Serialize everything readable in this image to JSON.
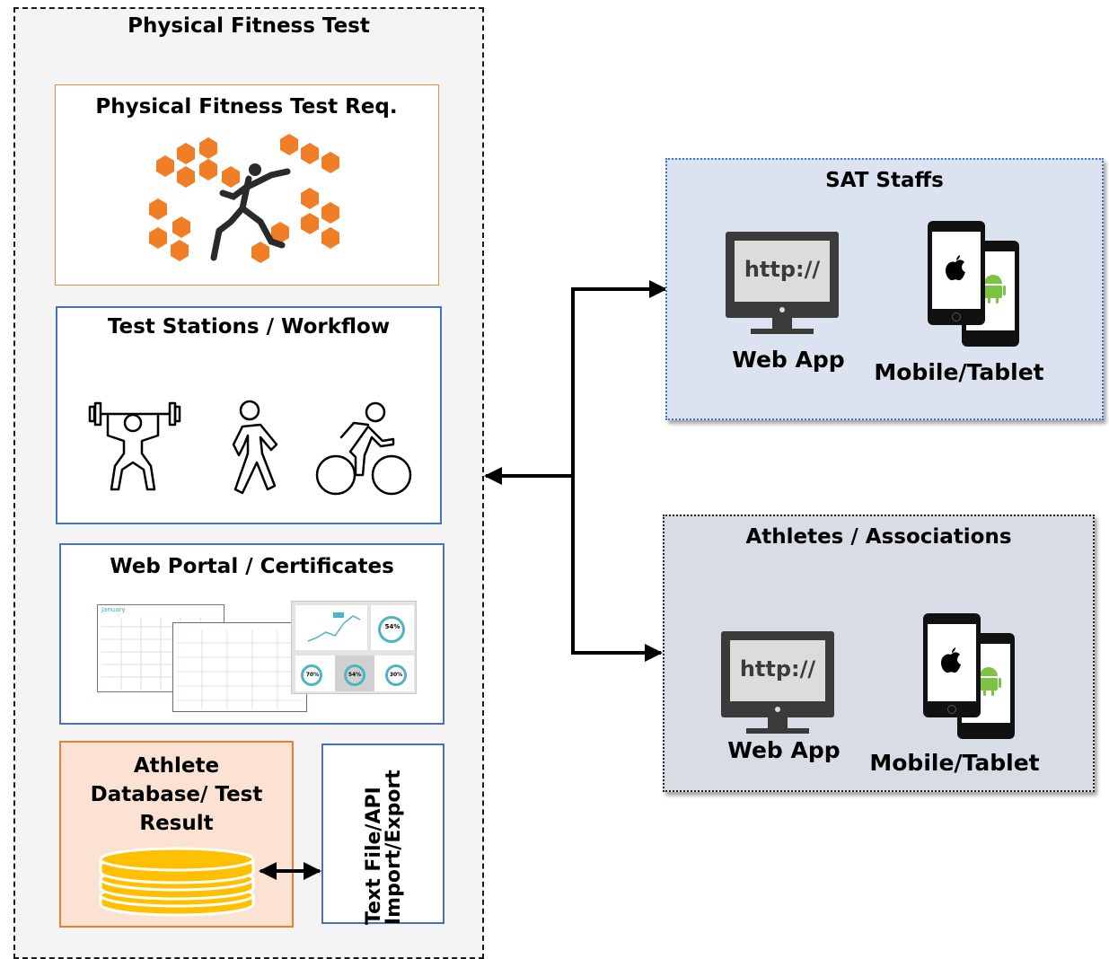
{
  "main_panel": {
    "title": "Physical Fitness Test",
    "req_card": {
      "title": "Physical Fitness Test Req."
    },
    "stations_card": {
      "title": "Test Stations / Workflow"
    },
    "portal_card": {
      "title": "Web Portal / Certificates",
      "thumbnail": {
        "month": "January",
        "stats": [
          "54%",
          "70%",
          "54%",
          "30%"
        ]
      }
    },
    "db_card": {
      "title_lines": [
        "Athlete",
        "Database/ Test",
        "Result"
      ]
    },
    "io_card": {
      "lines": [
        "Text File/API",
        "Import/Export"
      ]
    }
  },
  "groups": [
    {
      "title": "SAT Staffs",
      "web_label": "Web App",
      "web_screen_text": "http://",
      "mobile_label": "Mobile/Tablet"
    },
    {
      "title": "Athletes / Associations",
      "web_label": "Web App",
      "web_screen_text": "http://",
      "mobile_label": "Mobile/Tablet"
    }
  ],
  "icons": {
    "weightlifting": "weightlifting-icon",
    "walking": "walking-icon",
    "cycling": "cycling-icon",
    "database": "database-icon",
    "monitor": "monitor-icon",
    "apple": "apple-logo-icon",
    "android": "android-logo-icon"
  }
}
